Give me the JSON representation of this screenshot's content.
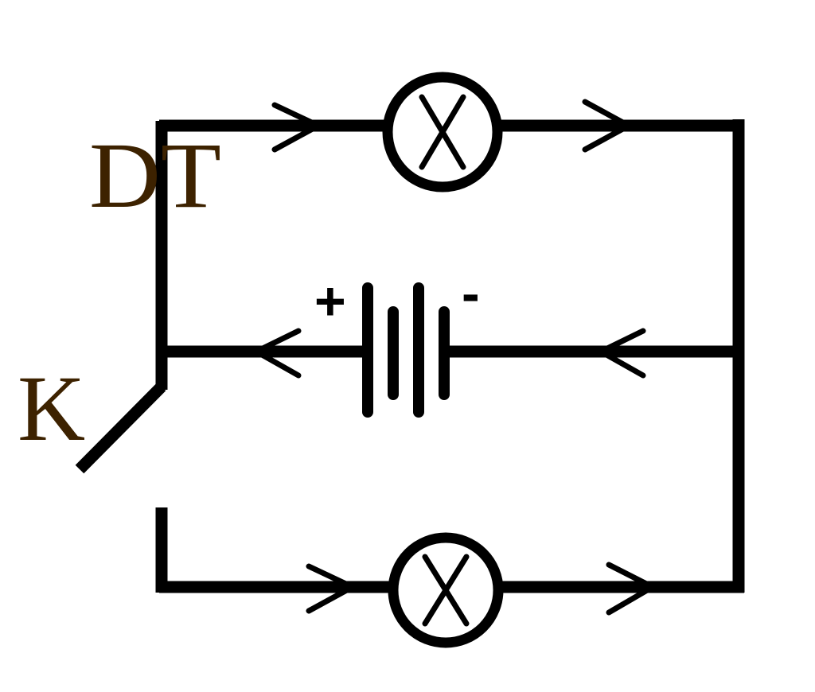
{
  "diagram": {
    "labels": {
      "lamp_group": "DT",
      "switch": "K",
      "battery_positive": "+",
      "battery_negative": "-"
    },
    "colors": {
      "wire": "#000000",
      "label": "#3d2200",
      "background": "#ffffff"
    },
    "components": {
      "lamps": [
        {
          "name": "upper-lamp",
          "icon": "lamp-cross-icon"
        },
        {
          "name": "lower-lamp",
          "icon": "lamp-cross-icon"
        }
      ],
      "battery": {
        "name": "battery",
        "icon": "battery-icon"
      },
      "switch": {
        "name": "switch",
        "state": "open"
      }
    }
  }
}
